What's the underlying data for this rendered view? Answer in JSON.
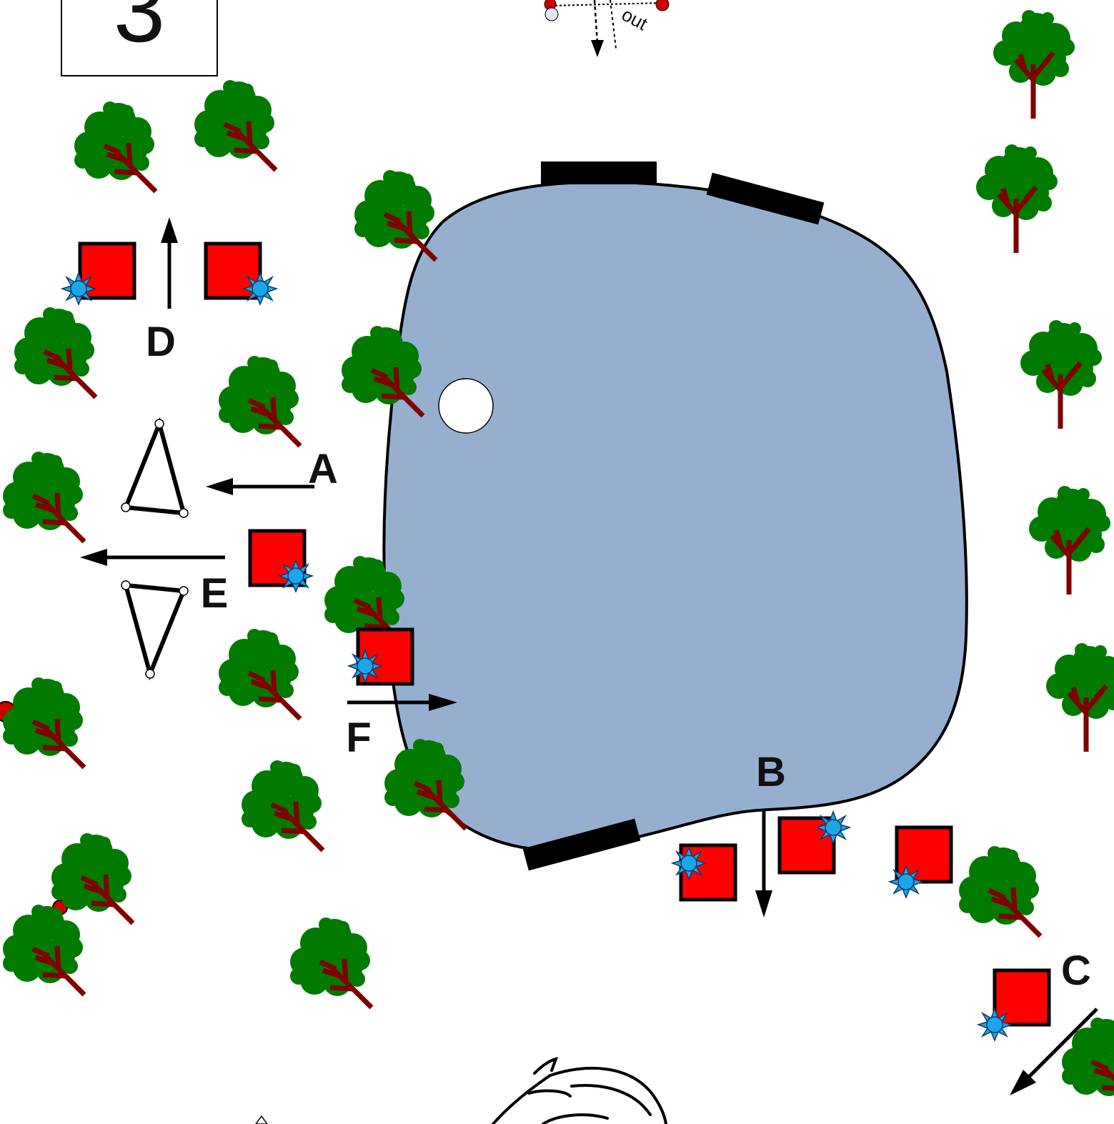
{
  "map": {
    "course_number": "3",
    "out_label": "out",
    "markers": [
      {
        "id": "A",
        "label": "A"
      },
      {
        "id": "B",
        "label": "B"
      },
      {
        "id": "C",
        "label": "C"
      },
      {
        "id": "D",
        "label": "D"
      },
      {
        "id": "E",
        "label": "E"
      },
      {
        "id": "F",
        "label": "F"
      }
    ],
    "colors": {
      "water": "#97afcf",
      "jump": "#ff0000",
      "flag": "#1aa6e8",
      "tree_foliage": "#007a00",
      "tree_trunk": "#800000",
      "bank": "#000000"
    },
    "icons": [
      "tree-icon",
      "jump-box-icon",
      "flag-icon",
      "direction-arrow-icon",
      "start-gate-icon",
      "horse-logo-icon"
    ]
  }
}
